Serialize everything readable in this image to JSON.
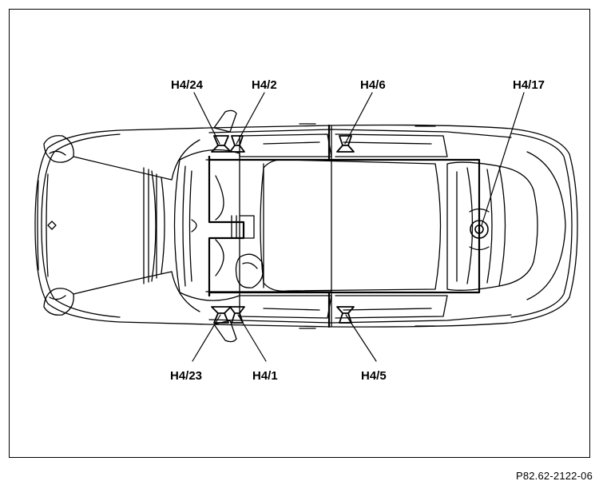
{
  "diagram": {
    "labels": {
      "h4_24": "H4/24",
      "h4_2": "H4/2",
      "h4_6": "H4/6",
      "h4_17": "H4/17",
      "h4_23": "H4/23",
      "h4_1": "H4/1",
      "h4_5": "H4/5"
    }
  },
  "footer": {
    "reference": "P82.62-2122-06"
  },
  "colors": {
    "stroke": "#000000",
    "background": "#ffffff"
  }
}
